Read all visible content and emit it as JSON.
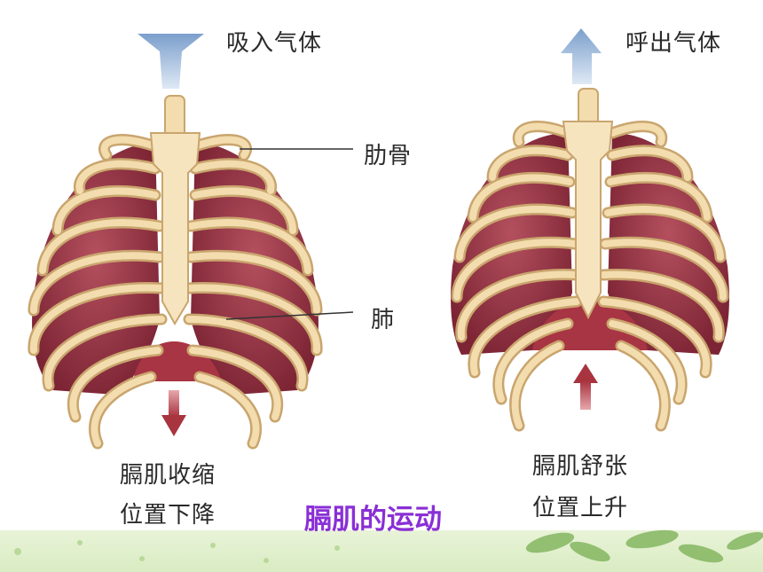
{
  "left": {
    "air_label": "吸入气体",
    "rib_label": "肋骨",
    "lung_label": "肺",
    "diaphragm_line1": "膈肌收缩",
    "diaphragm_line2": "位置下降"
  },
  "right": {
    "air_label": "呼出气体",
    "diaphragm_line1": "膈肌舒张",
    "diaphragm_line2": "位置上升"
  },
  "title": "膈肌的运动",
  "colors": {
    "bone": "#f3dcae",
    "bone_outline": "#c9a56e",
    "lung": "#a23a4a",
    "lung_dark": "#7c2434",
    "arrow": "#b04a55",
    "air_arrow": "#9fb6d6",
    "title": "#8a2fd6",
    "footer": "#dcecc8"
  }
}
